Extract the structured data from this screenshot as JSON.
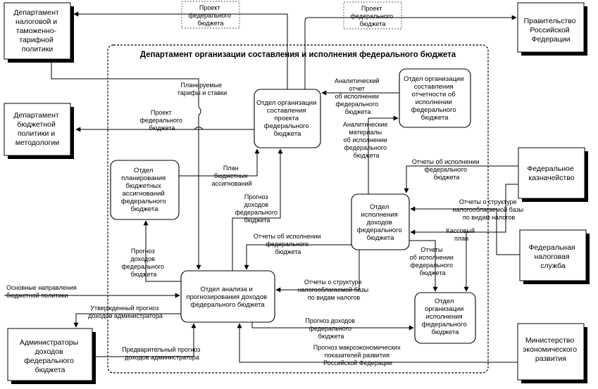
{
  "boundary": {
    "title": "Департамент организации составления и исполнения федерального бюджета"
  },
  "externals": {
    "dept_tax": [
      "Департамент",
      "налоговой и",
      "таможенно-",
      "тарифной",
      "политики"
    ],
    "government": [
      "Правительство",
      "Российской",
      "Федерации"
    ],
    "dept_budget": [
      "Департамент",
      "бюджетной",
      "политики и",
      "методологии"
    ],
    "treasury": [
      "Федеральное",
      "казначейство"
    ],
    "tax_service": [
      "Федеральная",
      "налоговая",
      "служба"
    ],
    "administrators": [
      "Администраторы",
      "доходов",
      "федерального",
      "бюджета"
    ],
    "ministry": [
      "Министерство",
      "экономического",
      "развития"
    ]
  },
  "processes": {
    "reporting": [
      "Отдел организации",
      "составления",
      "отчетности об",
      "исполнении",
      "федерального",
      "бюджета"
    ],
    "drafting": [
      "Отдел организации",
      "составления",
      "проекта",
      "федерального",
      "бюджета"
    ],
    "planning": [
      "Отдел",
      "планирования",
      "бюджетных",
      "ассигнований",
      "федерального",
      "бюджета"
    ],
    "revenue": [
      "Отдел",
      "исполнения",
      "доходов",
      "федерального",
      "бюджета"
    ],
    "analysis": [
      "Отдел анализа и",
      "прогнозирования доходов",
      "федерального бюджета"
    ],
    "execution": [
      "Отдел",
      "организации",
      "исполнения",
      "федерального",
      "бюджета"
    ]
  },
  "flows": {
    "draft_to_tax": [
      "Проект",
      "федерального",
      "бюджета"
    ],
    "draft_to_government": [
      "Проект",
      "федерального",
      "бюджета"
    ],
    "planned_tariffs": [
      "Планируемые",
      "тарифы и ставки"
    ],
    "draft_to_budget_dept": [
      "Проект",
      "федерального",
      "бюджета"
    ],
    "analytic_report": [
      "Аналитический",
      "отчет",
      "об исполнении",
      "федерального",
      "бюджета"
    ],
    "analytic_materials": [
      "Аналитические",
      "материалы",
      "об исполнении",
      "федерального",
      "бюджета"
    ],
    "budget_plan": [
      "План",
      "бюджетных",
      "ассигнований"
    ],
    "treasury_reports": [
      "Отчеты об исполнении",
      "федерального",
      "бюджета"
    ],
    "revenue_forecast_to_drafting": [
      "Прогноз",
      "доходов",
      "федерального",
      "бюджета"
    ],
    "tax_base_reports": [
      "Отчеты о структуре",
      "налогооблагаемой базы",
      "по видам налогов"
    ],
    "cash_plan": [
      "Кассовый",
      "план"
    ],
    "execution_reports_to_analysis": [
      "Отчеты об исполнении",
      "федерального",
      "бюджета"
    ],
    "execution_reports_to_execution": [
      "Отчеты",
      "об исполнении",
      "федерального",
      "бюджета"
    ],
    "revenue_forecast_to_planning": [
      "Прогноз",
      "доходов",
      "федерального",
      "бюджета"
    ],
    "budget_policy": [
      "Основные направления",
      "бюджетной политики"
    ],
    "tax_base_to_analysis": [
      "Отчеты о структуре",
      "налогооблагаемой базы",
      "по видам налогов"
    ],
    "approved_forecast": [
      "Утвержденный прогноз",
      "доходов администратора"
    ],
    "revenue_forecast_to_execution": [
      "Прогноз доходов",
      "федерального",
      "бюджета"
    ],
    "preliminary_forecast": [
      "Предварительный прогноз",
      "доходов администратора"
    ],
    "macro_forecast": [
      "Прогноз макроэкономических",
      "показателей развития",
      "Российской Федерации"
    ]
  }
}
